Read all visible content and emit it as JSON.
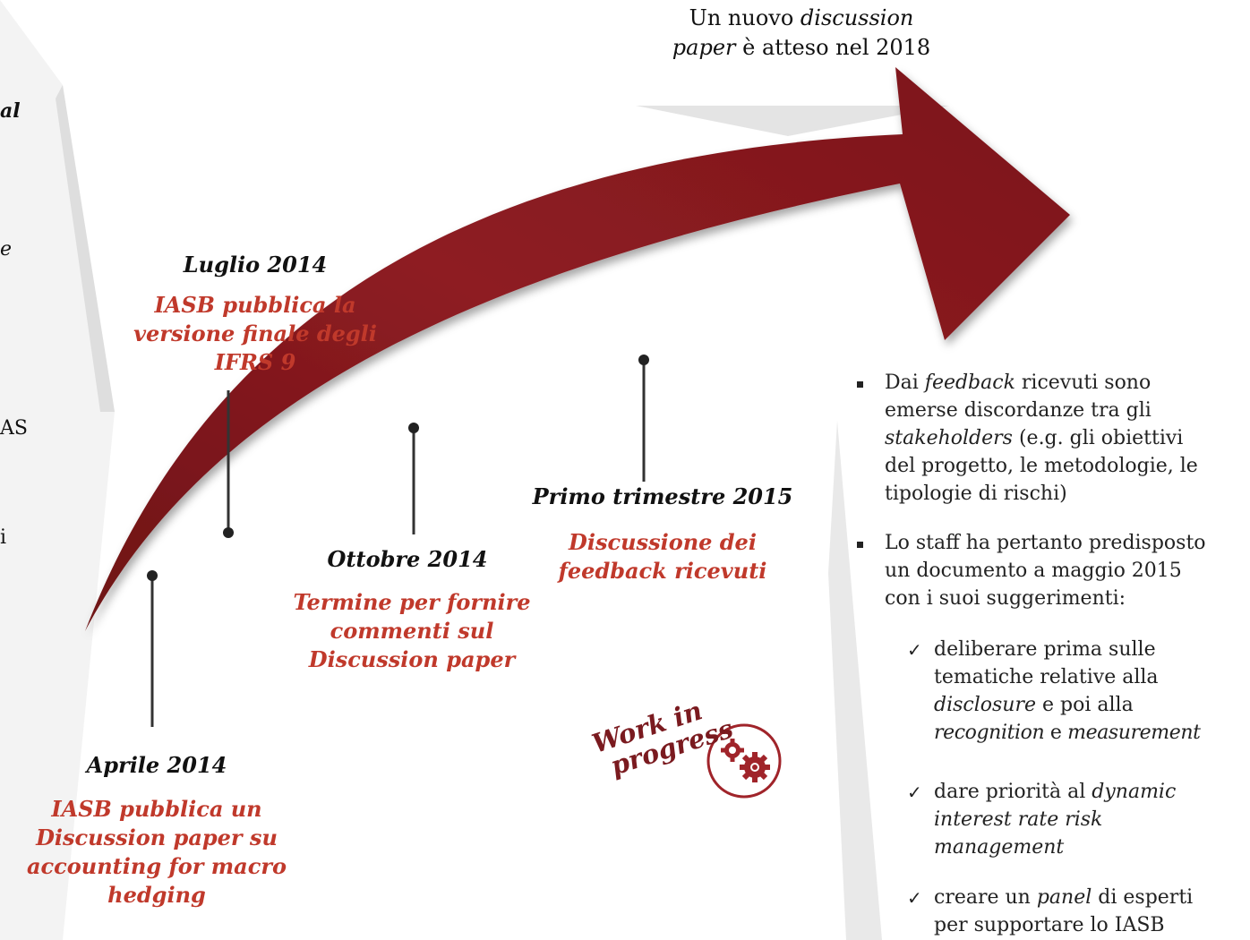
{
  "left_fragments": {
    "a": "al",
    "b": "e",
    "c": "AS",
    "d": "i"
  },
  "top_note": {
    "line1_plain": "Un nuovo ",
    "line1_italic": "discussion",
    "line2_italic": "paper",
    "line2_plain": " è atteso nel 2018"
  },
  "milestones": {
    "aprile": {
      "date": "Aprile 2014",
      "event": [
        "IASB pubblica un",
        "Discussion paper su",
        "accounting for macro",
        "hedging"
      ]
    },
    "luglio": {
      "date": "Luglio 2014",
      "event": [
        "IASB pubblica la",
        "versione finale degli",
        "IFRS 9"
      ]
    },
    "ottobre": {
      "date": "Ottobre 2014",
      "event": [
        "Termine per fornire",
        "commenti sul",
        "Discussion paper"
      ]
    },
    "primo": {
      "date": "Primo trimestre 2015",
      "event": [
        "Discussione dei",
        "feedback ricevuti"
      ]
    }
  },
  "right_panel": {
    "bullet1": {
      "l1_a": "Dai ",
      "l1_i": "feedback",
      "l1_b": " ricevuti sono",
      "l2": "emerse discordanze tra gli",
      "l3_i": "stakeholders",
      "l3_b": " (e.g. gli obiettivi",
      "l4": "del progetto, le metodologie, le",
      "l5": "tipologie di rischi)"
    },
    "bullet2": {
      "l1": "Lo staff ha pertanto predisposto",
      "l2": "un documento a maggio 2015",
      "l3": "con i suoi suggerimenti:"
    },
    "check1": {
      "l1": "deliberare prima sulle",
      "l2": "tematiche relative alla",
      "l3_i": "disclosure",
      "l3_b": " e poi alla",
      "l4_i1": "recognition",
      "l4_b": " e ",
      "l4_i2": "measurement"
    },
    "check2": {
      "l1_a": "dare priorità al ",
      "l1_i": "dynamic",
      "l2_i": "interest rate risk",
      "l3_i": "management"
    },
    "check3": {
      "l1_a": "creare un ",
      "l1_i": "panel",
      "l1_b": " di esperti",
      "l2": "per supportare lo IASB"
    }
  },
  "badge": {
    "line1": "Work in",
    "line2": "progress",
    "icon": "gears-icon"
  },
  "colors": {
    "arrow": "#8b1a1f",
    "event_text": "#c0392b",
    "badge": "#a0242a"
  }
}
